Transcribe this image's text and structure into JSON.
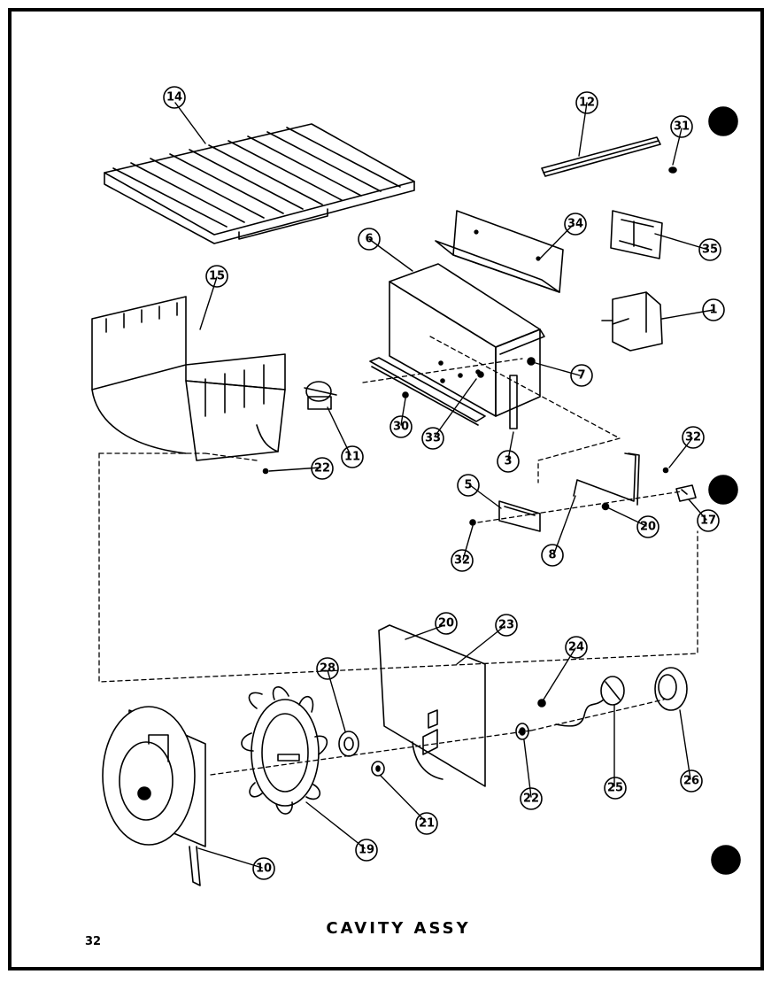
{
  "title": "CAVITY ASSY",
  "page_number": "32",
  "callouts": [
    {
      "id": "c14a",
      "label": "14"
    },
    {
      "id": "c12",
      "label": "12"
    },
    {
      "id": "c31",
      "label": "31"
    },
    {
      "id": "c34",
      "label": "34"
    },
    {
      "id": "c35",
      "label": "35"
    },
    {
      "id": "c6",
      "label": "6"
    },
    {
      "id": "c15",
      "label": "15"
    },
    {
      "id": "c1",
      "label": "1"
    },
    {
      "id": "c7",
      "label": "7"
    },
    {
      "id": "c11",
      "label": "11"
    },
    {
      "id": "c30",
      "label": "30"
    },
    {
      "id": "c33",
      "label": "33"
    },
    {
      "id": "c3",
      "label": "3"
    },
    {
      "id": "c22a",
      "label": "22"
    },
    {
      "id": "c32a",
      "label": "32"
    },
    {
      "id": "c5",
      "label": "5"
    },
    {
      "id": "c17",
      "label": "17"
    },
    {
      "id": "c20a",
      "label": "20"
    },
    {
      "id": "c8",
      "label": "8"
    },
    {
      "id": "c32b",
      "label": "32"
    },
    {
      "id": "c20b",
      "label": "20"
    },
    {
      "id": "c23",
      "label": "23"
    },
    {
      "id": "c28",
      "label": "28"
    },
    {
      "id": "c24",
      "label": "24"
    },
    {
      "id": "c21",
      "label": "21"
    },
    {
      "id": "c22b",
      "label": "22"
    },
    {
      "id": "c25",
      "label": "25"
    },
    {
      "id": "c26",
      "label": "26"
    },
    {
      "id": "c19",
      "label": "19"
    },
    {
      "id": "c10",
      "label": "10"
    }
  ]
}
